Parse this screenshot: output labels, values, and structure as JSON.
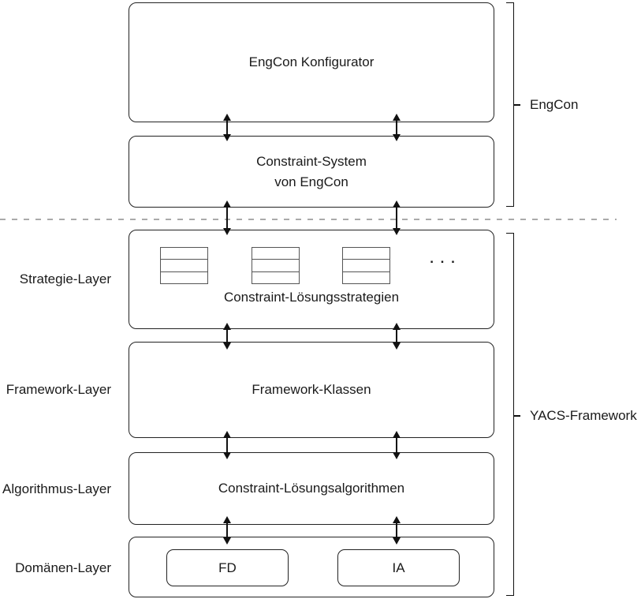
{
  "boxes": {
    "konfigurator": {
      "label": "EngCon Konfigurator"
    },
    "constraint_system": {
      "line1": "Constraint-System",
      "line2": "von EngCon"
    },
    "strategien": {
      "label": "Constraint-Lösungsstrategien",
      "ellipsis": ". . ."
    },
    "framework_klassen": {
      "label": "Framework-Klassen"
    },
    "algorithmen": {
      "label": "Constraint-Lösungsalgorithmen"
    },
    "domaenen": {
      "fd": "FD",
      "ia": "IA"
    }
  },
  "layers": [
    {
      "label": "Strategie-Layer"
    },
    {
      "label": "Framework-Layer"
    },
    {
      "label": "Algorithmus-Layer"
    },
    {
      "label": "Domänen-Layer"
    }
  ],
  "brackets": {
    "engcon": "EngCon",
    "yacs": "YACS-Framework"
  },
  "colors": {
    "line": "#1a1a1a",
    "box_border": "#222222",
    "icon_border": "#555555",
    "separator": "#aaaaaa",
    "background": "#ffffff"
  }
}
